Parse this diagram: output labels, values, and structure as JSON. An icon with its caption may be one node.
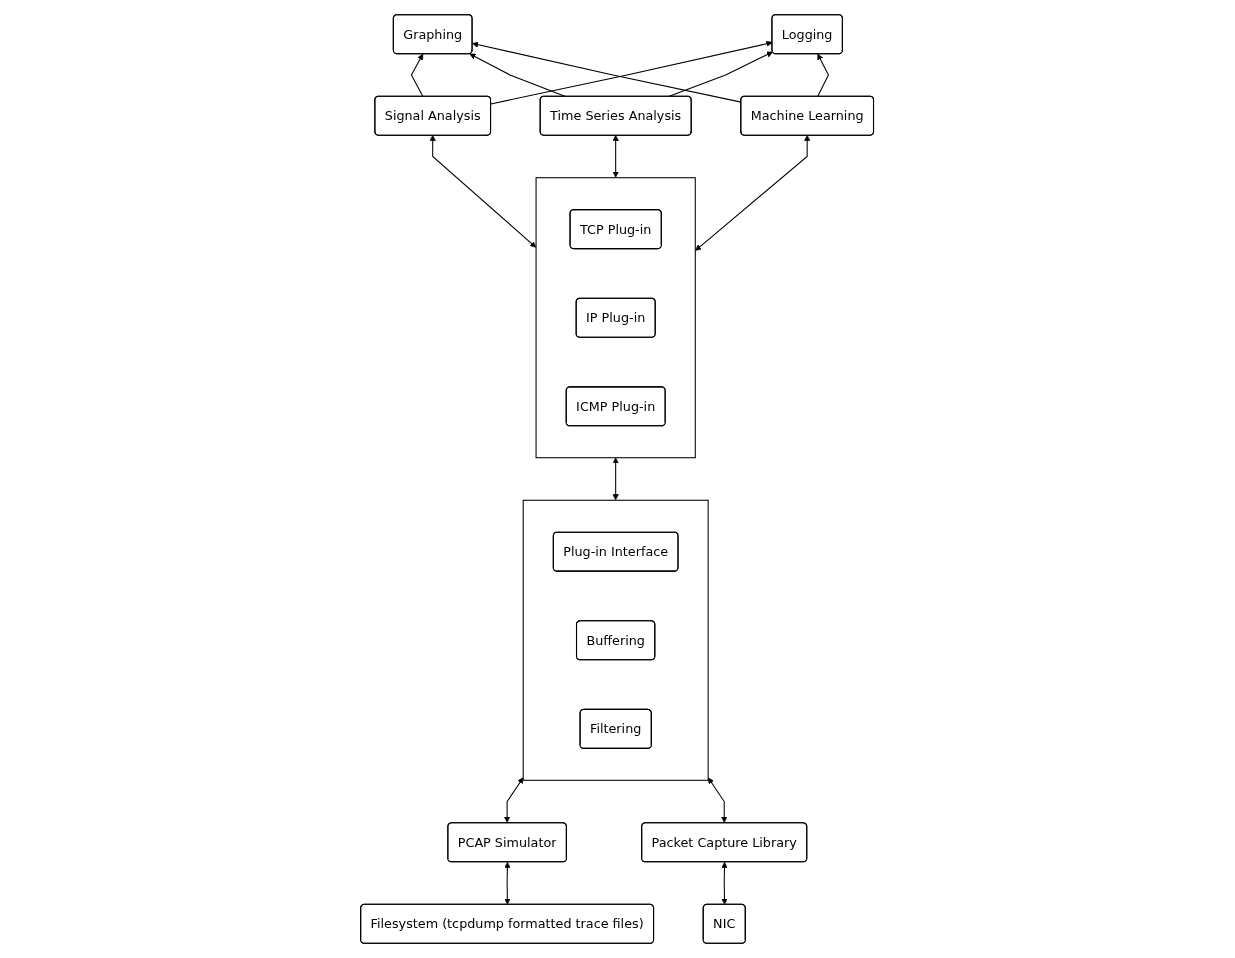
{
  "diagram": {
    "nodes": [
      {
        "text": [
          "Graphing"
        ]
      },
      {
        "text": [
          "Logging"
        ]
      },
      {
        "text": [
          "Signal Analysis"
        ]
      },
      {
        "text": [
          "Time Series Analysis"
        ]
      },
      {
        "text": [
          "Machine Learning"
        ]
      },
      {
        "text": [],
        "shape": "box"
      },
      {
        "text": [
          "TCP Plug-in"
        ],
        "in": 5
      },
      {
        "text": [
          "IP Plug-in"
        ],
        "in": 5
      },
      {
        "text": [
          "ICMP Plug-in"
        ],
        "in": 5
      },
      {
        "text": [],
        "shape": "box"
      },
      {
        "text": [
          "Plug-in Interface"
        ],
        "in": 9
      },
      {
        "text": [
          "Buffering"
        ],
        "in": 9
      },
      {
        "text": [
          "Filtering"
        ],
        "in": 9
      },
      {
        "text": [
          "PCAP Simulator"
        ]
      },
      {
        "text": [
          "Packet Capture Library"
        ]
      },
      {
        "text": [
          "Filesystem (tcpdump formatted trace files)"
        ]
      },
      {
        "text": [
          "NIC"
        ]
      }
    ],
    "edges": [
      {
        "from": 2,
        "to": 0,
        "arrow": "to"
      },
      {
        "from": 3,
        "to": 0,
        "arrow": "to"
      },
      {
        "from": 4,
        "to": 0,
        "arrow": "to"
      },
      {
        "from": 2,
        "to": 1,
        "arrow": "to"
      },
      {
        "from": 3,
        "to": 1,
        "arrow": "to"
      },
      {
        "from": 4,
        "to": 1,
        "arrow": "to"
      },
      {
        "from": 2,
        "to": 5,
        "arrow": "both"
      },
      {
        "from": 3,
        "to": 5,
        "arrow": "both"
      },
      {
        "from": 4,
        "to": 5,
        "arrow": "both"
      },
      {
        "from": 5,
        "to": 9,
        "arrow": "both"
      },
      {
        "from": 9,
        "to": 13,
        "arrow": "both"
      },
      {
        "from": 9,
        "to": 14,
        "arrow": "both"
      },
      {
        "from": 13,
        "to": 15,
        "arrow": "both"
      },
      {
        "from": 14,
        "to": 16,
        "arrow": "both"
      }
    ]
  }
}
